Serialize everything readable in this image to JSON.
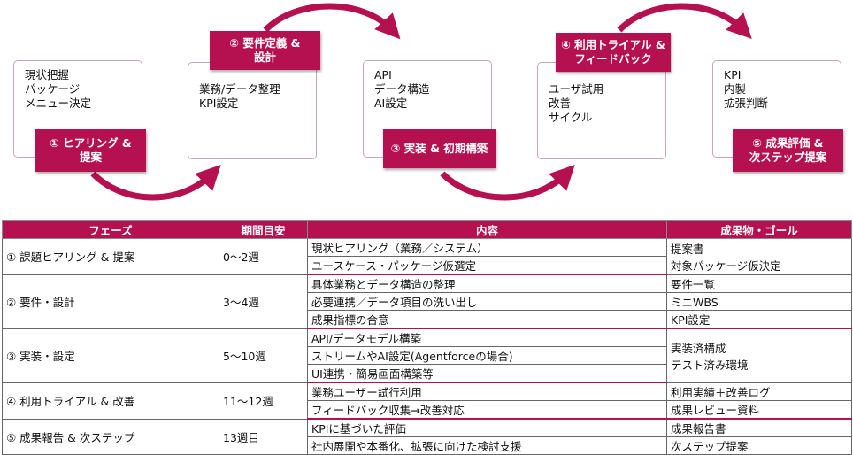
{
  "colors": {
    "accent": "#b5104f",
    "card_border": "#c9a5bc"
  },
  "steps": [
    {
      "lines": [
        "現状把握",
        "パッケージ",
        "メニュー決定"
      ],
      "tag": [
        "① ヒアリング &",
        "提案"
      ]
    },
    {
      "lines": [
        "業務/データ整理",
        "KPI設定"
      ],
      "tag": [
        "② 要件定義 &",
        "設計"
      ]
    },
    {
      "lines": [
        "API",
        "データ構造",
        "AI設定"
      ],
      "tag": [
        "③ 実装 & 初期構築"
      ]
    },
    {
      "lines": [
        "ユーザ試用",
        "改善",
        "サイクル"
      ],
      "tag": [
        "④ 利用トライアル &",
        "フィードバック"
      ]
    },
    {
      "lines": [
        "KPI",
        "内製",
        "拡張判断"
      ],
      "tag": [
        "⑤ 成果評価 &",
        "次ステップ提案"
      ]
    }
  ],
  "table": {
    "headers": [
      "フェーズ",
      "期間目安",
      "内容",
      "成果物・ゴール"
    ],
    "phases": [
      {
        "name": "① 課題ヒアリング & 提案",
        "period": "0〜2週",
        "contents": [
          "現状ヒアリング（業務／システム）",
          "ユースケース・パッケージ仮選定"
        ],
        "deliverables": [
          "提案書",
          "対象パッケージ仮決定"
        ]
      },
      {
        "name": "② 要件・設計",
        "period": "3〜4週",
        "contents": [
          "具体業務とデータ構造の整理",
          "必要連携／データ項目の洗い出し",
          "成果指標の合意"
        ],
        "deliverables": [
          "要件一覧",
          "ミニWBS",
          "KPI設定"
        ]
      },
      {
        "name": "③ 実装・設定",
        "period": "5〜10週",
        "contents": [
          "API/データモデル構築",
          "ストリームやAI設定(Agentforceの場合)",
          "UI連携・簡易画面構築等"
        ],
        "deliverables": [
          "実装済構成",
          "テスト済み環境"
        ]
      },
      {
        "name": "④ 利用トライアル & 改善",
        "period": "11〜12週",
        "contents": [
          "業務ユーザー試行利用",
          "フィードバック収集→改善対応"
        ],
        "deliverables": [
          "利用実績＋改善ログ",
          "成果レビュー資料"
        ]
      },
      {
        "name": "⑤ 成果報告 & 次ステップ",
        "period": "13週目",
        "contents": [
          "KPIに基づいた評価",
          "社内展開や本番化、拡張に向けた検討支援"
        ],
        "deliverables": [
          "成果報告書",
          "次ステップ提案"
        ]
      }
    ]
  }
}
